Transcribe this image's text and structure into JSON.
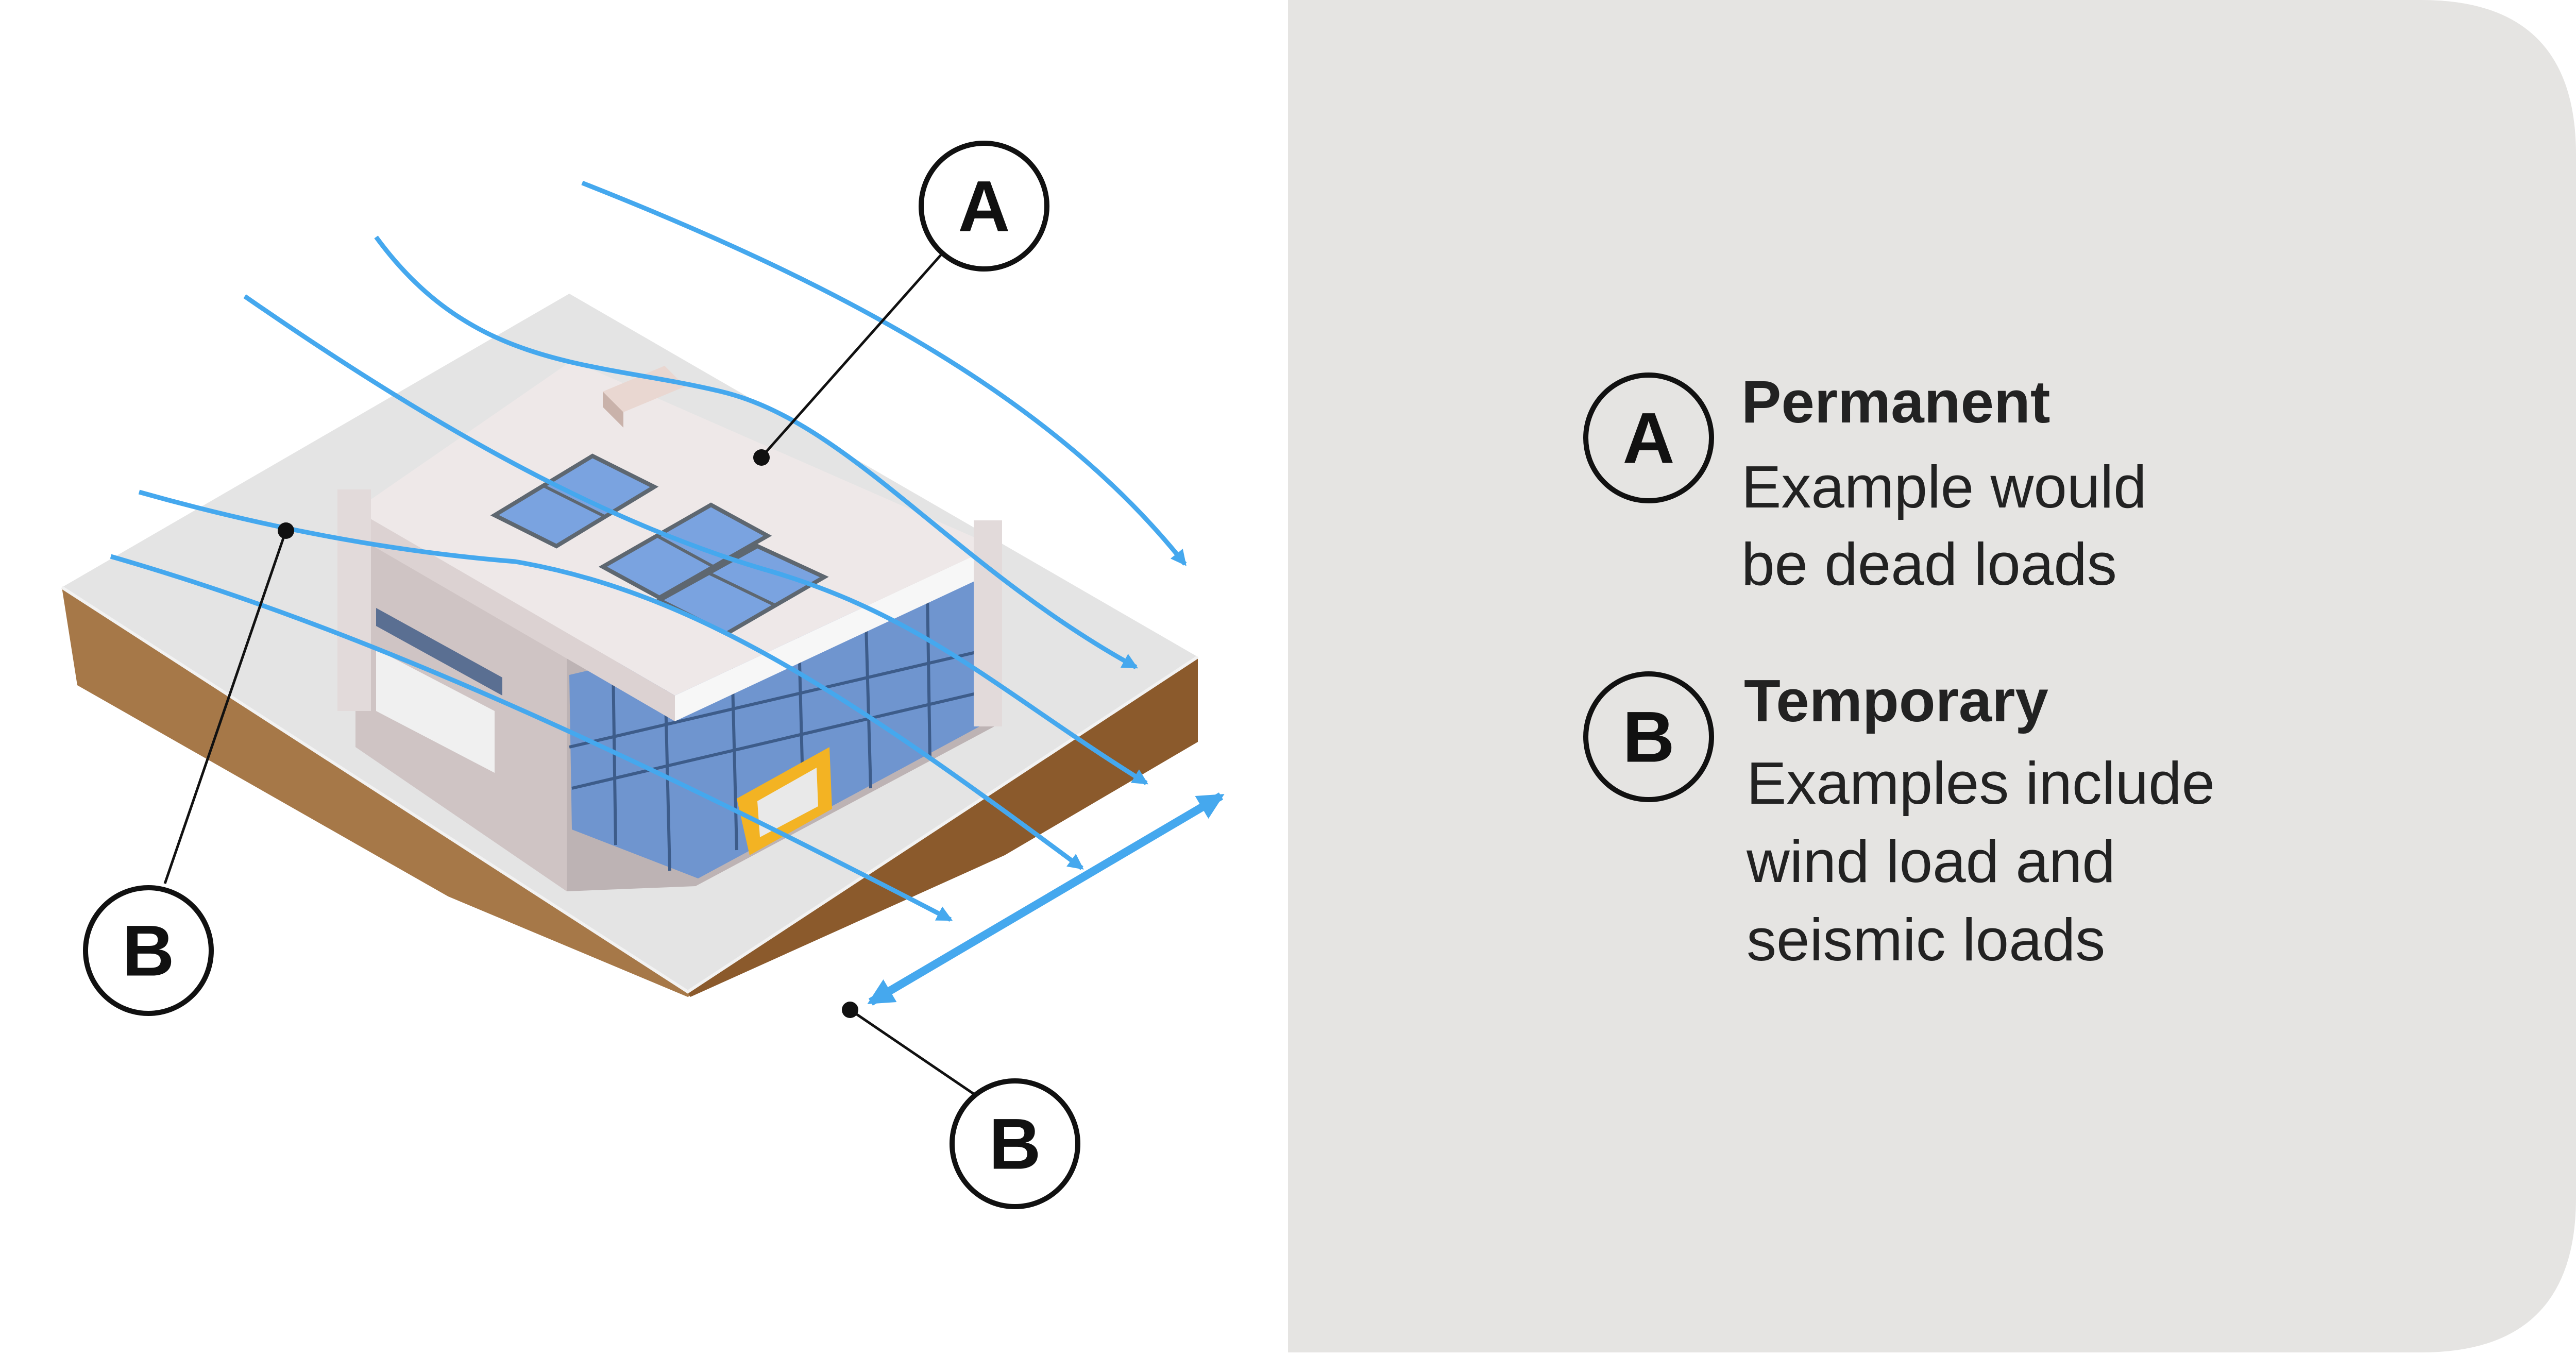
{
  "callouts": {
    "a_marker": "A",
    "b_marker": "B"
  },
  "legend": {
    "items": [
      {
        "marker": "A",
        "title": "Permanent",
        "lines": [
          "Example would",
          "be dead loads"
        ]
      },
      {
        "marker": "B",
        "title": "Temporary",
        "lines": [
          "Examples include",
          "wind load and",
          "seismic loads"
        ]
      }
    ]
  },
  "colors": {
    "arrow": "#45A8EE",
    "panel": "#E5E4E2",
    "soil": "#8E5E30",
    "ground": "#E3E3E3",
    "roof": "#EEE8E8",
    "glass": "#6F95CF",
    "door_frame": "#F3B323",
    "outline": "#111111"
  }
}
